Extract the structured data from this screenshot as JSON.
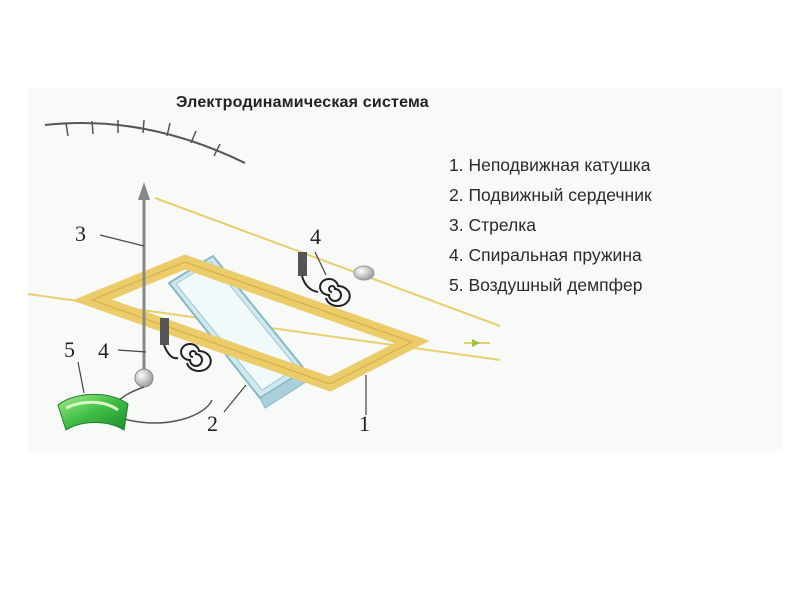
{
  "title": "Электродинамическая система",
  "legend": [
    "1. Неподвижная катушка",
    "2. Подвижный сердечник",
    "3. Стрелка",
    "4. Спиральная пружина",
    "5. Воздушный демпфер"
  ],
  "callouts": {
    "coil": "1",
    "core": "2",
    "pointer": "3",
    "spring_top": "4",
    "spring_left": "4",
    "damper": "5"
  },
  "colors": {
    "coil": "#ebcb6a",
    "core": "#bcdfe6",
    "damper": "#3fbe46",
    "line": "#444444"
  }
}
